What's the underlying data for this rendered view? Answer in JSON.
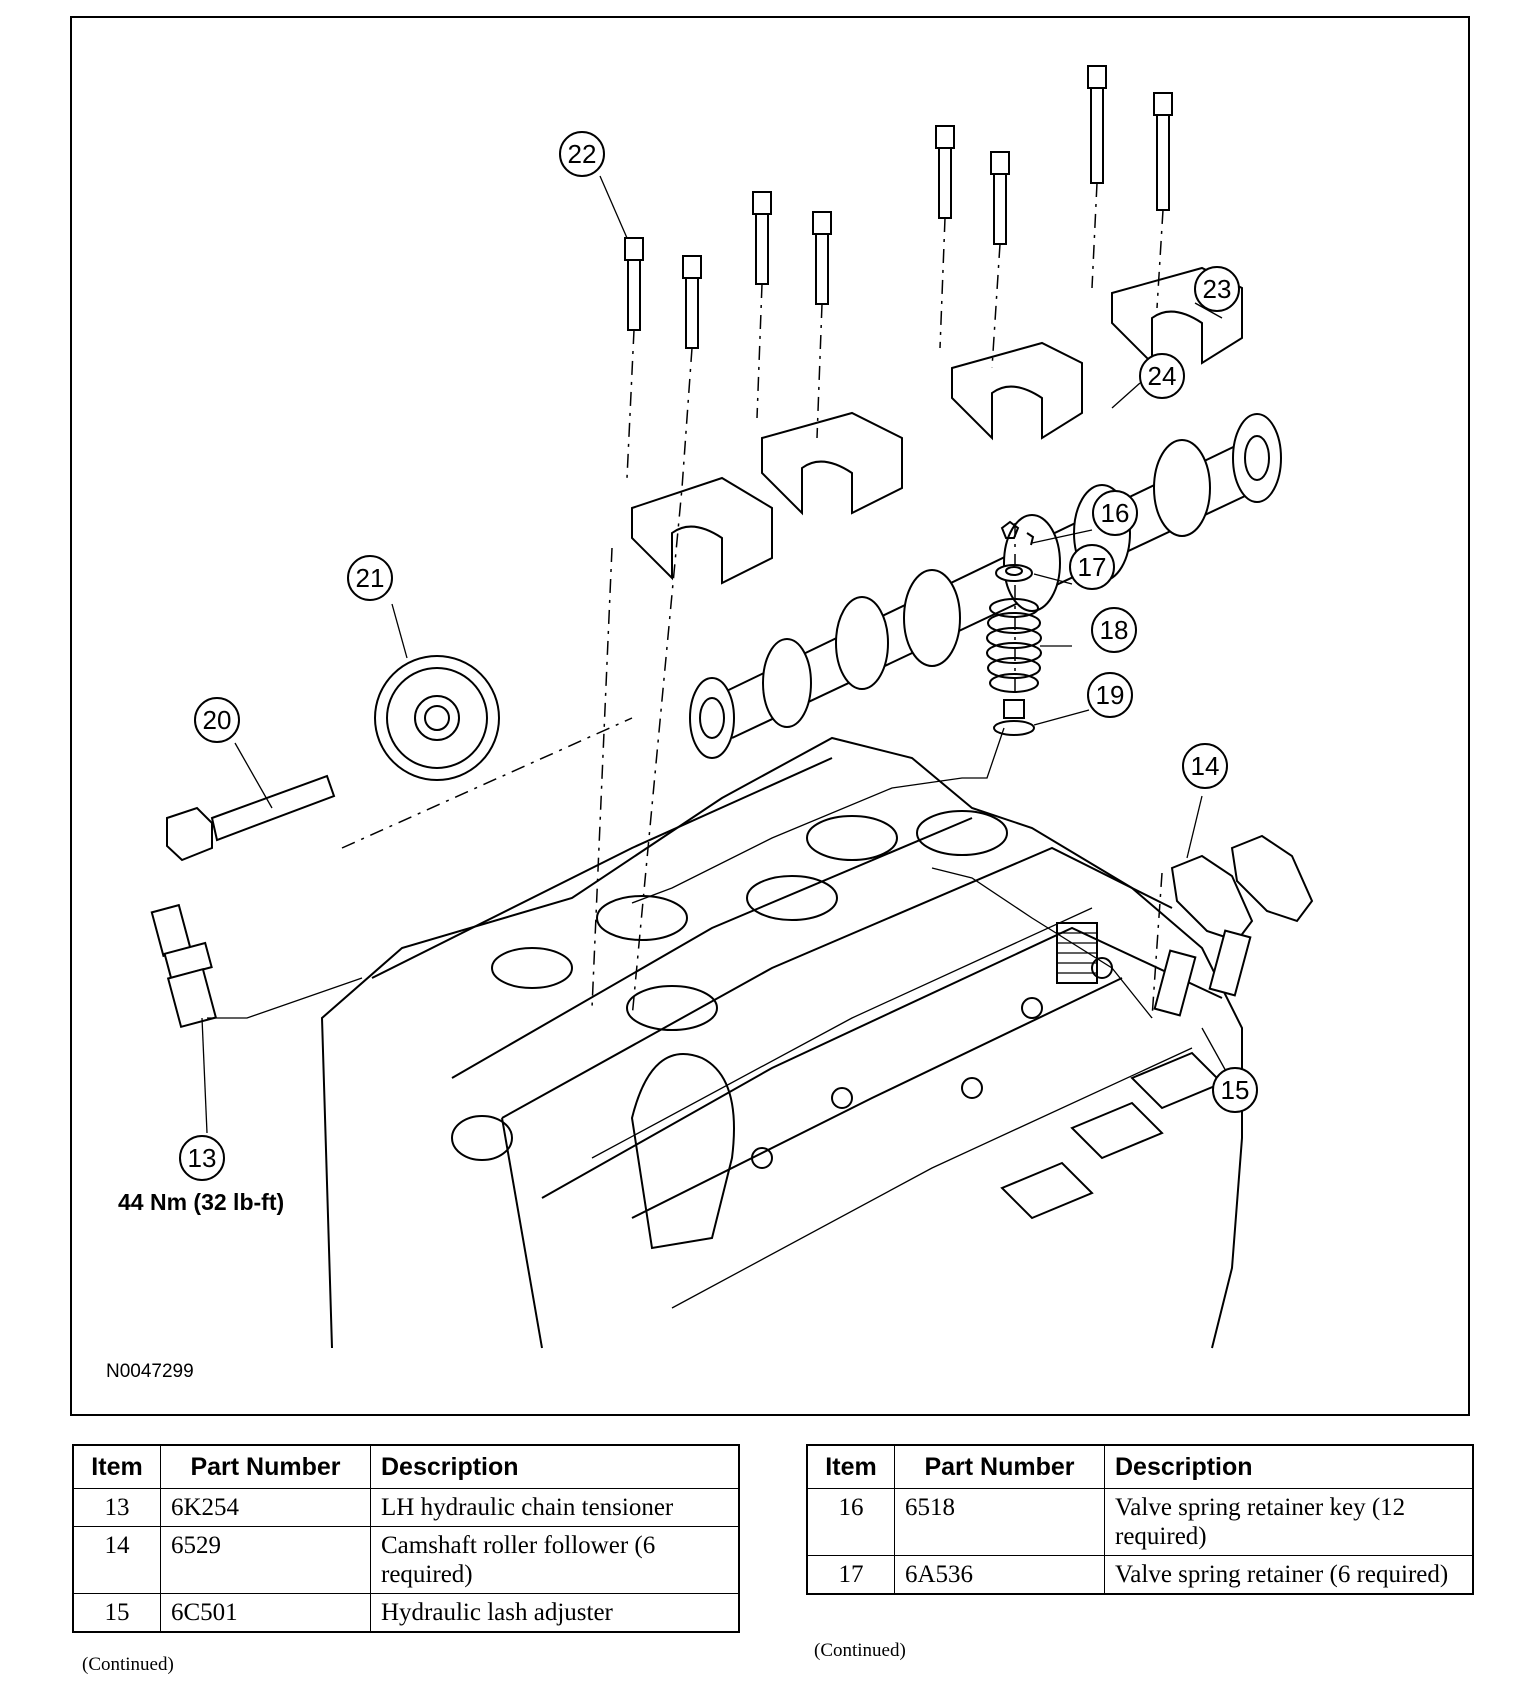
{
  "figure": {
    "id": "N0047299",
    "torque_label": "44 Nm (32 lb-ft)",
    "callouts": [
      "22",
      "23",
      "24",
      "21",
      "20",
      "16",
      "17",
      "18",
      "19",
      "14",
      "15",
      "13"
    ]
  },
  "left_table": {
    "headers": [
      "Item",
      "Part Number",
      "Description"
    ],
    "rows": [
      {
        "item": "13",
        "part": "6K254",
        "desc": "LH hydraulic chain tensioner"
      },
      {
        "item": "14",
        "part": "6529",
        "desc": "Camshaft roller follower (6 required)"
      },
      {
        "item": "15",
        "part": "6C501",
        "desc": "Hydraulic lash adjuster"
      }
    ],
    "continued": "(Continued)"
  },
  "right_table": {
    "headers": [
      "Item",
      "Part Number",
      "Description"
    ],
    "rows": [
      {
        "item": "16",
        "part": "6518",
        "desc": "Valve spring retainer key (12 required)"
      },
      {
        "item": "17",
        "part": "6A536",
        "desc": "Valve spring retainer (6 required)"
      }
    ],
    "continued": "(Continued)"
  }
}
